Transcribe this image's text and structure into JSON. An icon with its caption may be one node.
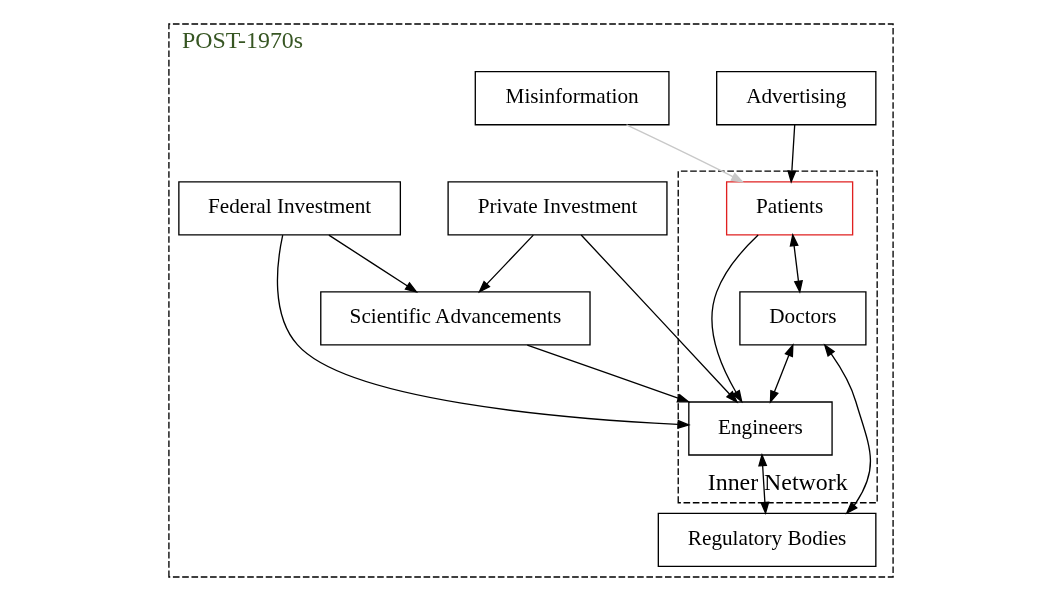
{
  "diagram": {
    "nodes": [
      {
        "text": [
          "POST-1970s"
        ]
      },
      {
        "text": [
          "Advertising"
        ],
        "in": 0
      },
      {
        "text": [
          "Misinformation"
        ],
        "in": 0
      },
      {
        "text": [
          "Private Investment"
        ],
        "in": 0
      },
      {
        "text": [
          "Inner Network"
        ],
        "in": 0
      },
      {
        "text": [
          "Patients"
        ],
        "in": 4
      },
      {
        "text": [
          "Doctors"
        ],
        "in": 4
      },
      {
        "text": [
          "Engineers"
        ],
        "in": 4
      },
      {
        "text": [
          "Regulatory Bodies"
        ],
        "in": 0
      },
      {
        "text": [
          "Federal Investment"
        ],
        "in": 0
      },
      {
        "text": [
          "Scientific Advancements"
        ],
        "in": 0
      }
    ],
    "edges": [
      {
        "from": 1,
        "to": 5,
        "arrow": "to"
      },
      {
        "from": 2,
        "to": 5,
        "arrow": "to",
        "color": "#c8c8c8"
      },
      {
        "from": 5,
        "to": 6,
        "arrow": "both"
      },
      {
        "from": 5,
        "to": 7,
        "arrow": "to"
      },
      {
        "from": 6,
        "to": 7,
        "arrow": "both"
      },
      {
        "from": 3,
        "to": 7,
        "arrow": "to"
      },
      {
        "from": 3,
        "to": 10,
        "arrow": "to"
      },
      {
        "from": 6,
        "to": 8,
        "arrow": "both"
      },
      {
        "from": 7,
        "to": 8,
        "arrow": "both"
      },
      {
        "from": 9,
        "to": 7,
        "arrow": "to"
      },
      {
        "from": 9,
        "to": 10,
        "arrow": "to"
      },
      {
        "from": 10,
        "to": 7,
        "arrow": "to"
      }
    ]
  }
}
